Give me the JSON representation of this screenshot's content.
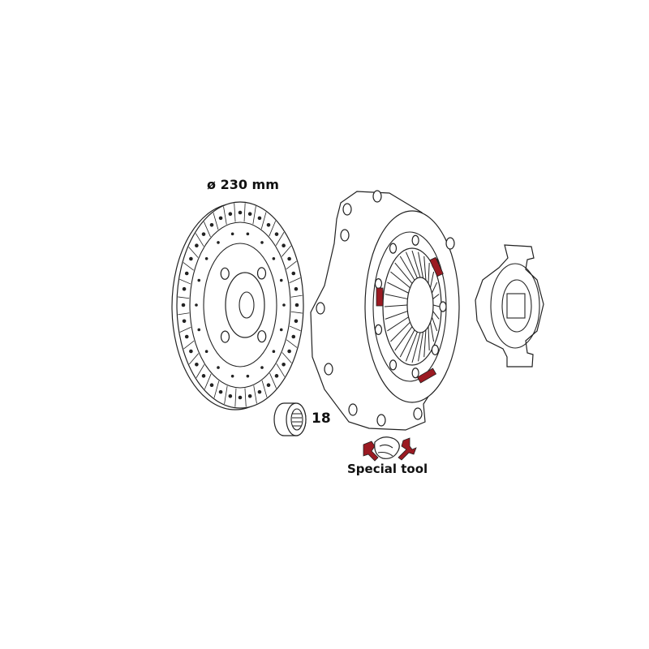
{
  "labels": {
    "diameter": "ø 230 mm",
    "quantity": "18",
    "special_tool": "Special tool"
  },
  "parts": [
    "clutch-disc",
    "pilot-bearing",
    "pressure-plate",
    "release-bearing"
  ],
  "colors": {
    "accent": "#9b1a22",
    "line": "#222222"
  }
}
